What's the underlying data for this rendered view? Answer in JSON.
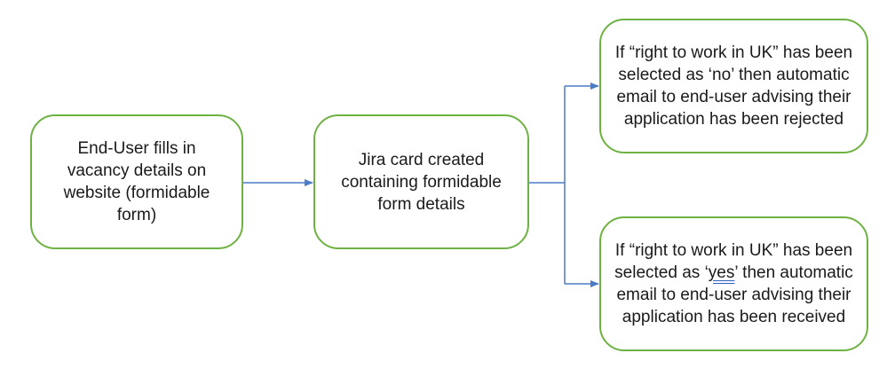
{
  "nodes": {
    "start": {
      "text": "End-User fills in vacancy details on website (formidable form)"
    },
    "jira": {
      "text": "Jira card created containing formidable form details"
    },
    "rejected": {
      "text": "If “right to work in UK” has been selected as ‘no’ then automatic email to end-user advising their application has been rejected"
    },
    "received": {
      "text_before": "If “right to work in UK” has been selected as ‘",
      "text_highlight": "yes",
      "text_after": "’ then automatic email to end-user advising their application has been received"
    }
  },
  "colors": {
    "node_border": "#6fb244",
    "connector": "#4a7cc7",
    "text": "#1a1a1a",
    "spellcheck_underline": "#2f5fc4"
  }
}
